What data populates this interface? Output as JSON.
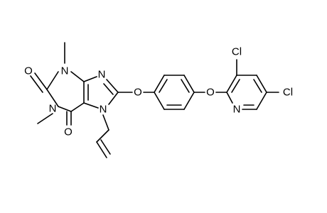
{
  "molecule": {
    "atoms": {
      "N1": "N",
      "N3": "N",
      "N7": "N",
      "N9": "N",
      "O2": "O",
      "O6": "O",
      "O_link1": "O",
      "O_link2": "O",
      "N_pyr": "N",
      "Cl3": "Cl",
      "Cl5": "Cl"
    }
  },
  "colors": {
    "bond": "#000000",
    "label": "#000000",
    "background": "#ffffff"
  }
}
